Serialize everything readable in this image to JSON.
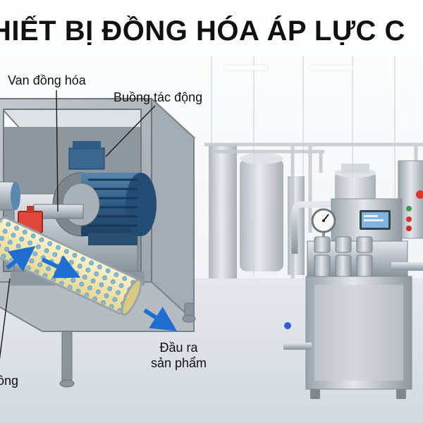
{
  "title": "HIẾT BỊ ĐỒNG HÓA ÁP LỰC C",
  "labels": {
    "valve": "Van đồng hóa",
    "chamber": "Buồng tác động",
    "output_line1": "Đầu ra",
    "output_line2": "sản phẩm",
    "cut_left": "ồng"
  },
  "colors": {
    "title_text": "#111111",
    "flow_arrow": "#1e6fd0",
    "valve_accent": "#e0483c",
    "steel": "#b9c0c7",
    "motor_blue": "#2d5c86",
    "product_fluid": "#f2e6b0",
    "background": "#f3f5f7"
  },
  "icons": [
    "valve-icon",
    "pressure-gauge-icon",
    "control-screen-icon",
    "motor-icon"
  ]
}
